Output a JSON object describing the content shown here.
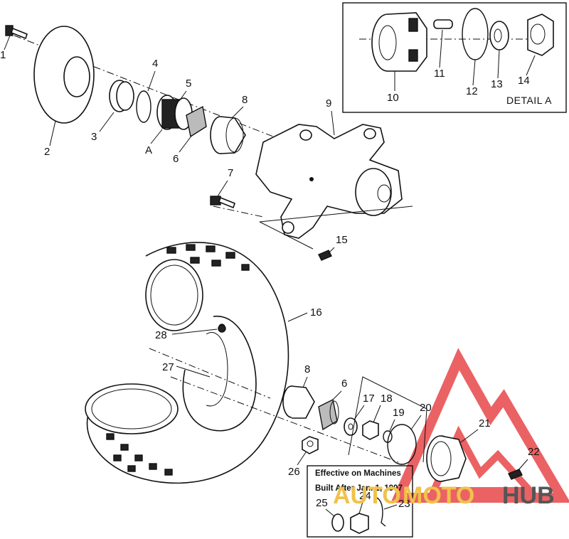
{
  "callouts": {
    "c1": "1",
    "c2": "2",
    "c3": "3",
    "c4": "4",
    "c5": "5",
    "c6": "6",
    "c7": "7",
    "c8": "8",
    "c9": "9",
    "c10": "10",
    "c11": "11",
    "c12": "12",
    "c13": "13",
    "c14": "14",
    "c15": "15",
    "c16": "16",
    "c17": "17",
    "c18": "18",
    "c19": "19",
    "c20": "20",
    "c21": "21",
    "c22": "22",
    "c23": "23",
    "c24": "24",
    "c25": "25",
    "c26": "26",
    "c27": "27",
    "c28": "28",
    "cA": "A",
    "c6b": "6",
    "c8b": "8"
  },
  "detail_box": {
    "label": "DETAIL A"
  },
  "note_box": {
    "line1": "Effective on Machines",
    "line2": "Built After Jan. 1, 1997"
  },
  "watermark": {
    "part1": "AUTO",
    "part2": "MOTO",
    "part3": "HUB",
    "colors": {
      "triangle": "#e8474a",
      "auto": "#f0c24a",
      "hub": "#555555"
    }
  }
}
